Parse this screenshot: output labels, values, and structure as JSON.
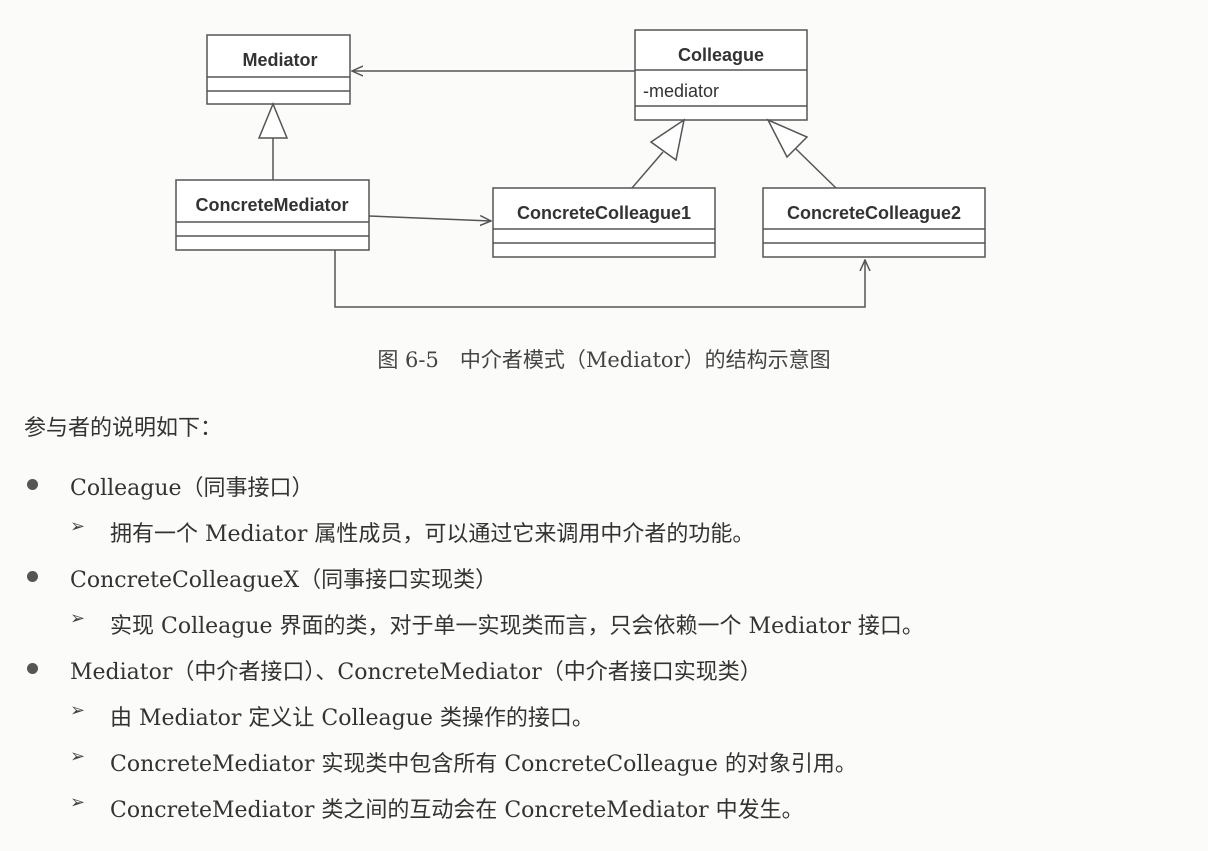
{
  "diagram": {
    "mediator": {
      "name": "Mediator"
    },
    "colleague": {
      "name": "Colleague",
      "attribute": "-mediator"
    },
    "concrete_mediator": {
      "name": "ConcreteMediator"
    },
    "concrete_colleague1": {
      "name": "ConcreteColleague1"
    },
    "concrete_colleague2": {
      "name": "ConcreteColleague2"
    }
  },
  "caption": "图 6-5　中介者模式（Mediator）的结构示意图",
  "intro": "参与者的说明如下：",
  "items": [
    {
      "text": "Colleague（同事接口）"
    },
    {
      "text": "拥有一个 Mediator 属性成员，可以通过它来调用中介者的功能。"
    },
    {
      "text": "ConcreteColleagueX（同事接口实现类）"
    },
    {
      "text": "实现 Colleague 界面的类，对于单一实现类而言，只会依赖一个 Mediator 接口。"
    },
    {
      "text": "Mediator（中介者接口）、ConcreteMediator（中介者接口实现类）"
    },
    {
      "text": "由 Mediator 定义让 Colleague 类操作的接口。"
    },
    {
      "text": "ConcreteMediator 实现类中包含所有 ConcreteColleague 的对象引用。"
    },
    {
      "text": "ConcreteMediator 类之间的互动会在 ConcreteMediator 中发生。"
    }
  ],
  "colors": {
    "ink": "#333333",
    "line": "#555555"
  }
}
